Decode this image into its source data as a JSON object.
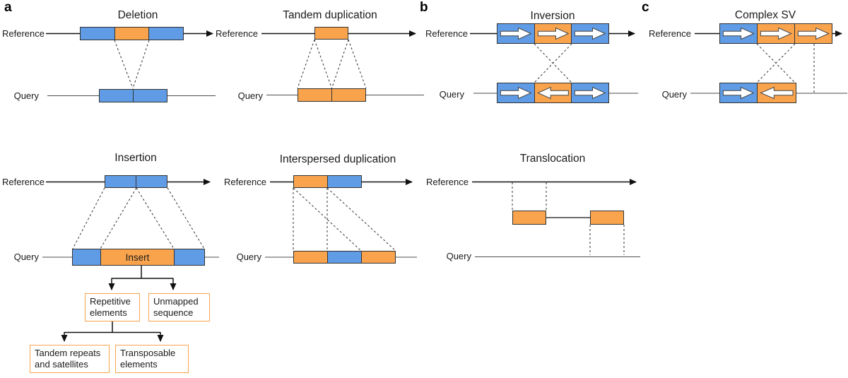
{
  "figure": {
    "panel_a": "a",
    "panel_b": "b",
    "panel_c": "c"
  },
  "labels": {
    "reference": "Reference",
    "query": "Query"
  },
  "diagrams": {
    "deletion": {
      "title": "Deletion"
    },
    "tandem_duplication": {
      "title": "Tandem duplication"
    },
    "insertion": {
      "title": "Insertion",
      "insert_label": "Insert",
      "flow": {
        "repetitive": "Repetitive elements",
        "unmapped": "Unmapped sequence",
        "tandem_repeats": "Tandem repeats and satellites",
        "transposable": "Transposable elements"
      }
    },
    "interspersed_duplication": {
      "title": "Interspersed duplication"
    },
    "inversion": {
      "title": "Inversion"
    },
    "translocation": {
      "title": "Translocation"
    },
    "complex_sv": {
      "title": "Complex SV"
    }
  },
  "colors": {
    "blue_segment": "#5F9CE5",
    "orange_segment": "#F9A44D",
    "segment_border": "#333333",
    "flow_box_border": "#F9A44D",
    "line": "#111111"
  },
  "icons": {
    "strand_forward": "right-block-arrow",
    "strand_reverse": "left-block-arrow",
    "reference_end": "right-arrowhead"
  }
}
